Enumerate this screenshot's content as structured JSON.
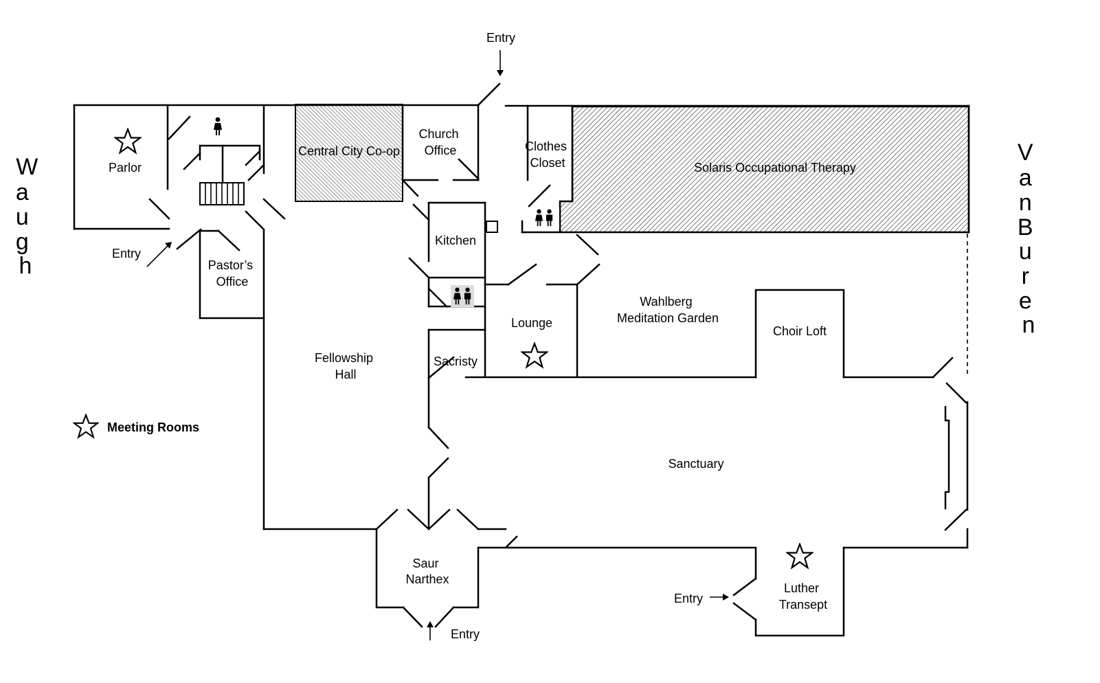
{
  "streets": {
    "left": "Waugh",
    "right": "Van Buren"
  },
  "rooms": {
    "parlor": "Parlor",
    "central_city_coop": "Central City Co-op",
    "church_office": [
      "Church",
      "Office"
    ],
    "clothes_closet": [
      "Clothes",
      "Closet"
    ],
    "solaris": "Solaris Occupational Therapy",
    "kitchen": "Kitchen",
    "pastors_office": [
      "Pastor’s",
      "Office"
    ],
    "lounge": "Lounge",
    "wahlberg": [
      "Wahlberg",
      "Meditation Garden"
    ],
    "choir_loft": "Choir Loft",
    "fellowship_hall": [
      "Fellowship",
      "Hall"
    ],
    "sacristy": "Sacristy",
    "sanctuary": "Sanctuary",
    "saur_narthex": [
      "Saur",
      "Narthex"
    ],
    "luther_transept": [
      "Luther",
      "Transept"
    ]
  },
  "entries": {
    "top": "Entry",
    "left": "Entry",
    "bottom": "Entry",
    "transept": "Entry"
  },
  "legend": {
    "icon": "star-outline",
    "label": "Meeting Rooms"
  },
  "icons": {
    "meeting_room": "star-outline",
    "restroom_women": "woman-restroom",
    "restroom_both": "restroom-pair"
  },
  "colors": {
    "line": "#000000",
    "background": "#ffffff"
  }
}
